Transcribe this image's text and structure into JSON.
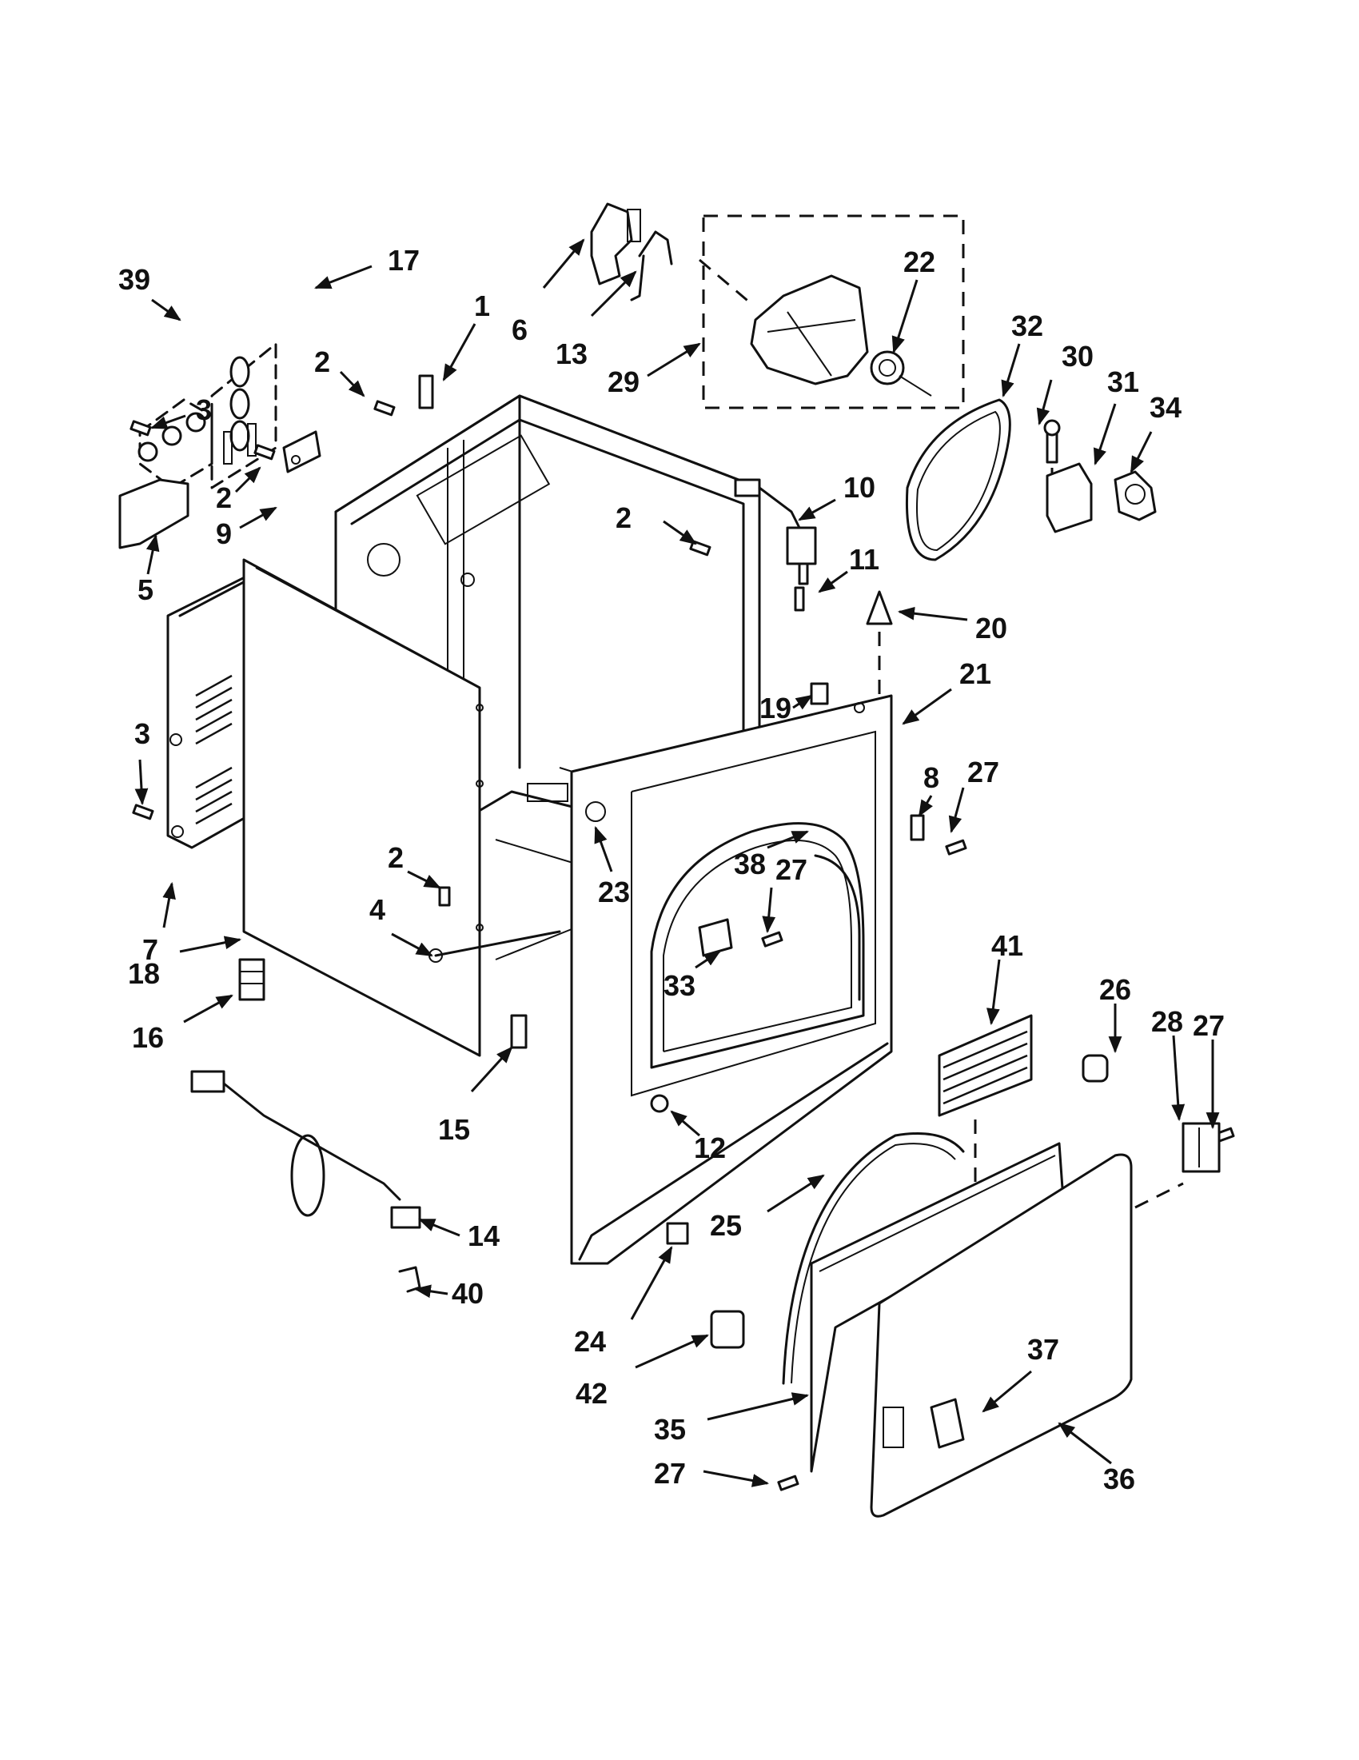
{
  "diagram": {
    "type": "exploded-parts-diagram",
    "subject": "Dryer cabinet parts",
    "colors": {
      "ink": "#111111",
      "background": "#ffffff"
    },
    "callouts": [
      {
        "id": "c39a",
        "label": "39"
      },
      {
        "id": "c17",
        "label": "17"
      },
      {
        "id": "c1",
        "label": "1"
      },
      {
        "id": "c6",
        "label": "6"
      },
      {
        "id": "c13",
        "label": "13"
      },
      {
        "id": "c29",
        "label": "29"
      },
      {
        "id": "c22",
        "label": "22"
      },
      {
        "id": "c32",
        "label": "32"
      },
      {
        "id": "c30",
        "label": "30"
      },
      {
        "id": "c31",
        "label": "31"
      },
      {
        "id": "c34",
        "label": "34"
      },
      {
        "id": "c2a",
        "label": "2"
      },
      {
        "id": "c3a",
        "label": "3"
      },
      {
        "id": "c2b",
        "label": "2"
      },
      {
        "id": "c9",
        "label": "9"
      },
      {
        "id": "c5",
        "label": "5"
      },
      {
        "id": "c10",
        "label": "10"
      },
      {
        "id": "c2c",
        "label": "2"
      },
      {
        "id": "c11",
        "label": "11"
      },
      {
        "id": "c20",
        "label": "20"
      },
      {
        "id": "c19",
        "label": "19"
      },
      {
        "id": "c21",
        "label": "21"
      },
      {
        "id": "c8",
        "label": "8"
      },
      {
        "id": "c27a",
        "label": "27"
      },
      {
        "id": "c3b",
        "label": "3"
      },
      {
        "id": "c7",
        "label": "7"
      },
      {
        "id": "c2d",
        "label": "2"
      },
      {
        "id": "c4",
        "label": "4"
      },
      {
        "id": "c38",
        "label": "38"
      },
      {
        "id": "c23",
        "label": "23"
      },
      {
        "id": "c27b",
        "label": "27"
      },
      {
        "id": "c33",
        "label": "33"
      },
      {
        "id": "c18",
        "label": "18"
      },
      {
        "id": "c16",
        "label": "16"
      },
      {
        "id": "c15",
        "label": "15"
      },
      {
        "id": "c41",
        "label": "41"
      },
      {
        "id": "c26",
        "label": "26"
      },
      {
        "id": "c28",
        "label": "28"
      },
      {
        "id": "c27c",
        "label": "27"
      },
      {
        "id": "c12",
        "label": "12"
      },
      {
        "id": "c14",
        "label": "14"
      },
      {
        "id": "c25",
        "label": "25"
      },
      {
        "id": "c40",
        "label": "40"
      },
      {
        "id": "c24",
        "label": "24"
      },
      {
        "id": "c37",
        "label": "37"
      },
      {
        "id": "c42",
        "label": "42"
      },
      {
        "id": "c35",
        "label": "35"
      },
      {
        "id": "c27d",
        "label": "27"
      },
      {
        "id": "c36",
        "label": "36"
      }
    ]
  }
}
